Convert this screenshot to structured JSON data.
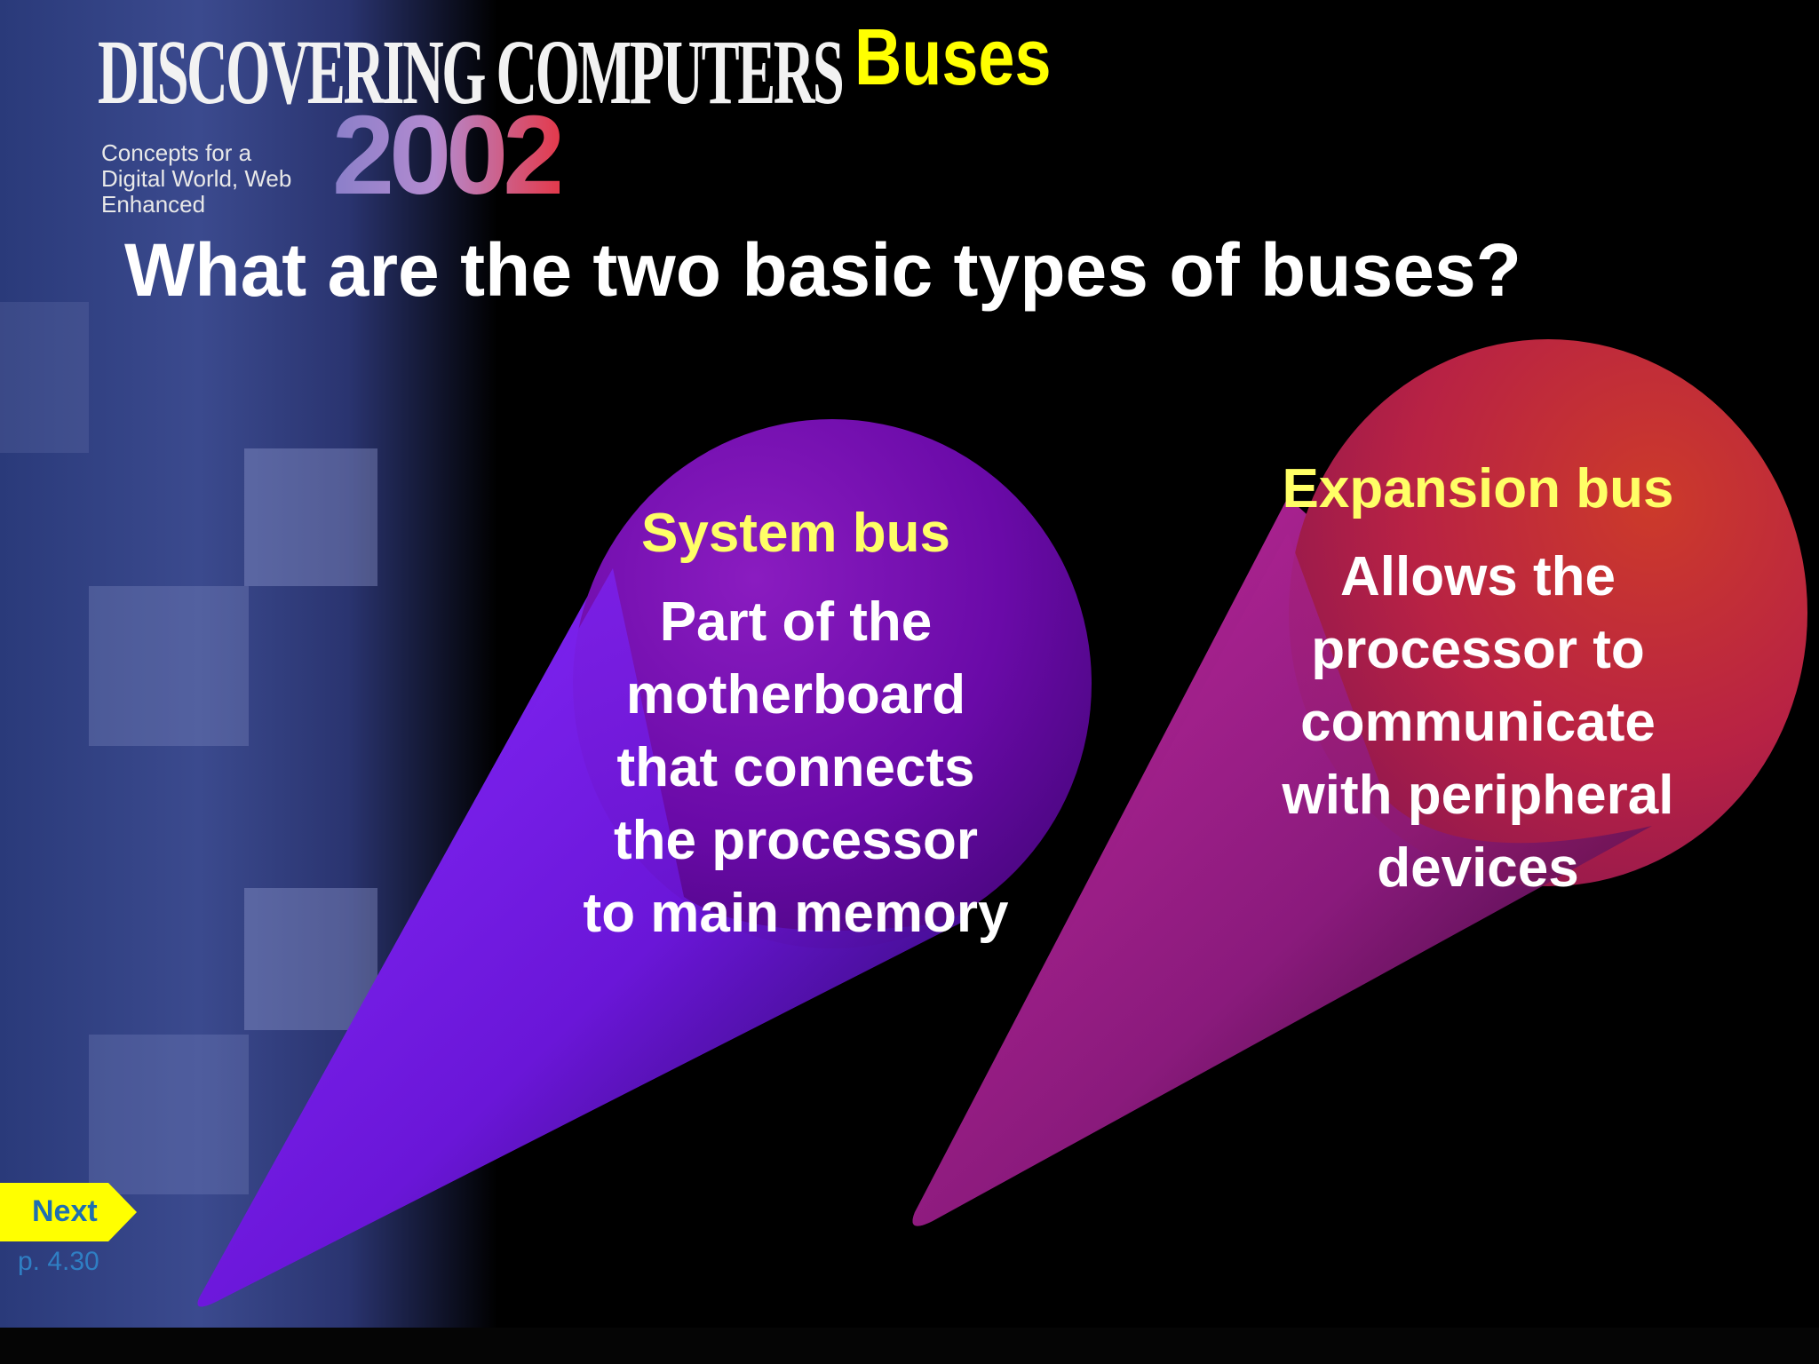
{
  "header": {
    "logo_text": "DISCOVERING COMPUTERS",
    "logo_subtitle": "Concepts for a Digital World, Web Enhanced",
    "logo_year": "2002",
    "section_title": "Buses"
  },
  "main": {
    "question": "What are the two basic types of buses?",
    "buses": [
      {
        "title": "System bus",
        "description": "Part of the motherboard that connects the processor to main memory"
      },
      {
        "title": "Expansion bus",
        "description": "Allows the processor to communicate with peripheral devices"
      }
    ]
  },
  "footer": {
    "next_label": "Next",
    "page_ref": "p. 4.30"
  },
  "colors": {
    "title_yellow": "#ffff00",
    "bus_title_yellow": "#ffff66",
    "system_cone": "#7a22e6",
    "expansion_cone": "#b0239a",
    "expansion_circle": "#d0303a",
    "next_button": "#ffff00",
    "page_ref_blue": "#2f7fc4"
  }
}
